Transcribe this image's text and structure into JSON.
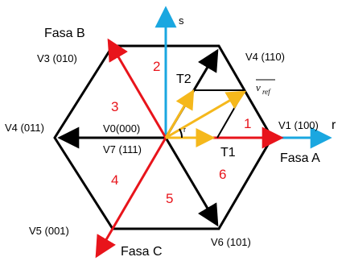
{
  "axes": {
    "phase_a": "Fasa A",
    "phase_b": "Fasa B",
    "phase_c": "Fasa C",
    "s_axis": "s",
    "r_axis": "r"
  },
  "vectors": {
    "v1": "V1 (100)",
    "v2": "V4 (110)",
    "v3": "V3 (010)",
    "v4": "V4 (011)",
    "v5": "V5 (001)",
    "v6": "V6 (101)",
    "v0": "V0(000)",
    "v7": "V7 (111)"
  },
  "sectors": [
    "1",
    "2",
    "3",
    "4",
    "5",
    "6"
  ],
  "components": {
    "t1": "T1",
    "t2": "T2",
    "vref": "v",
    "vref_sub": "ref",
    "angle": "r"
  },
  "colors": {
    "hexagon": "#000000",
    "phase": "#e8141b",
    "axis": "#1aa7e0",
    "reference": "#f5b81c"
  }
}
